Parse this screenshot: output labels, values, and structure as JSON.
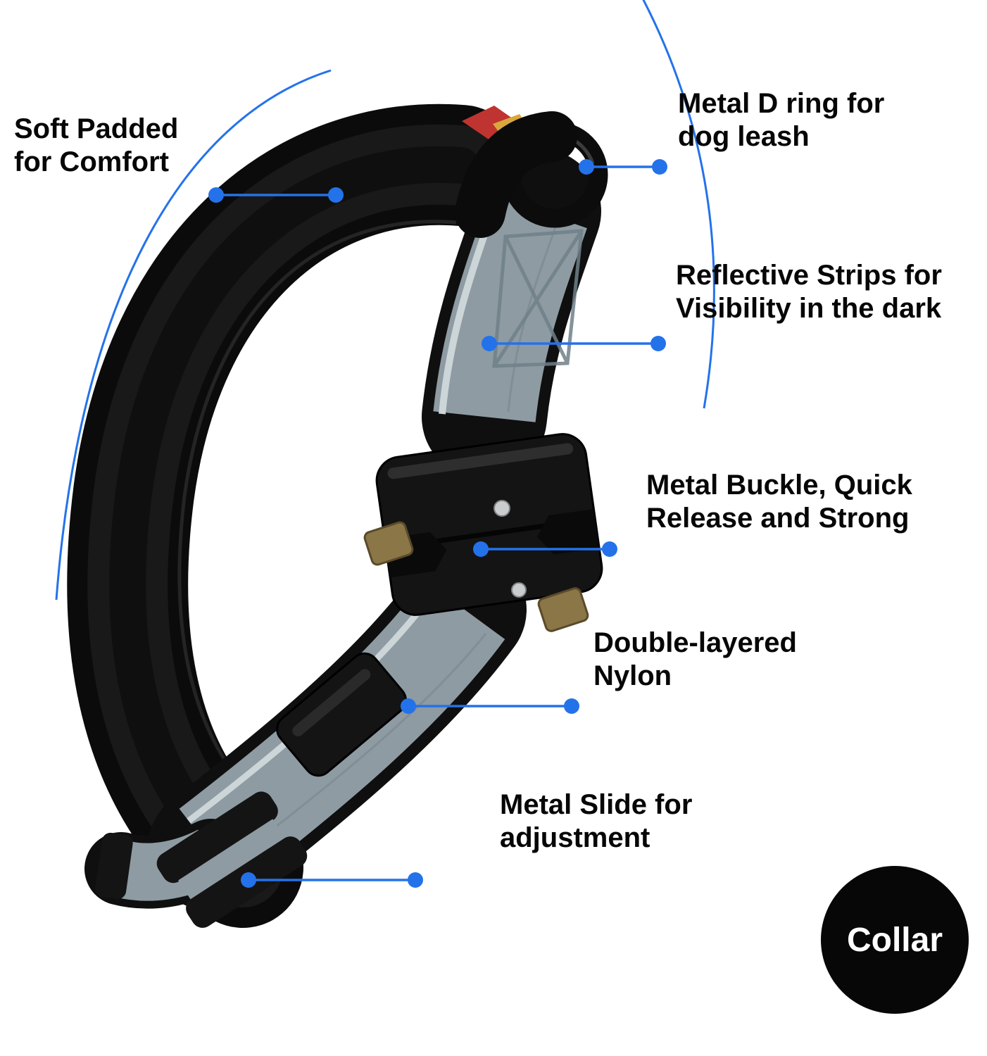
{
  "page": {
    "background": "#ffffff"
  },
  "colors": {
    "accent": "#2472ea",
    "webbing": "#8e9ba2",
    "badge_bg": "#070707",
    "badge_text": "#ffffff",
    "collar_black": "#0b0b0b",
    "reflective_stripe": "#ccd5d8",
    "brass": "#8a7646"
  },
  "callouts": {
    "soft_padded": {
      "label": "Soft Padded\nfor Comfort"
    },
    "d_ring": {
      "label": "Metal D ring for\ndog leash"
    },
    "reflective": {
      "label": "Reflective Strips for\nVisibility in the dark"
    },
    "buckle": {
      "label": "Metal Buckle, Quick\nRelease and Strong"
    },
    "nylon": {
      "label": "Double-layered\nNylon"
    },
    "slide": {
      "label": "Metal Slide for\nadjustment"
    }
  },
  "badge": {
    "label": "Collar"
  }
}
